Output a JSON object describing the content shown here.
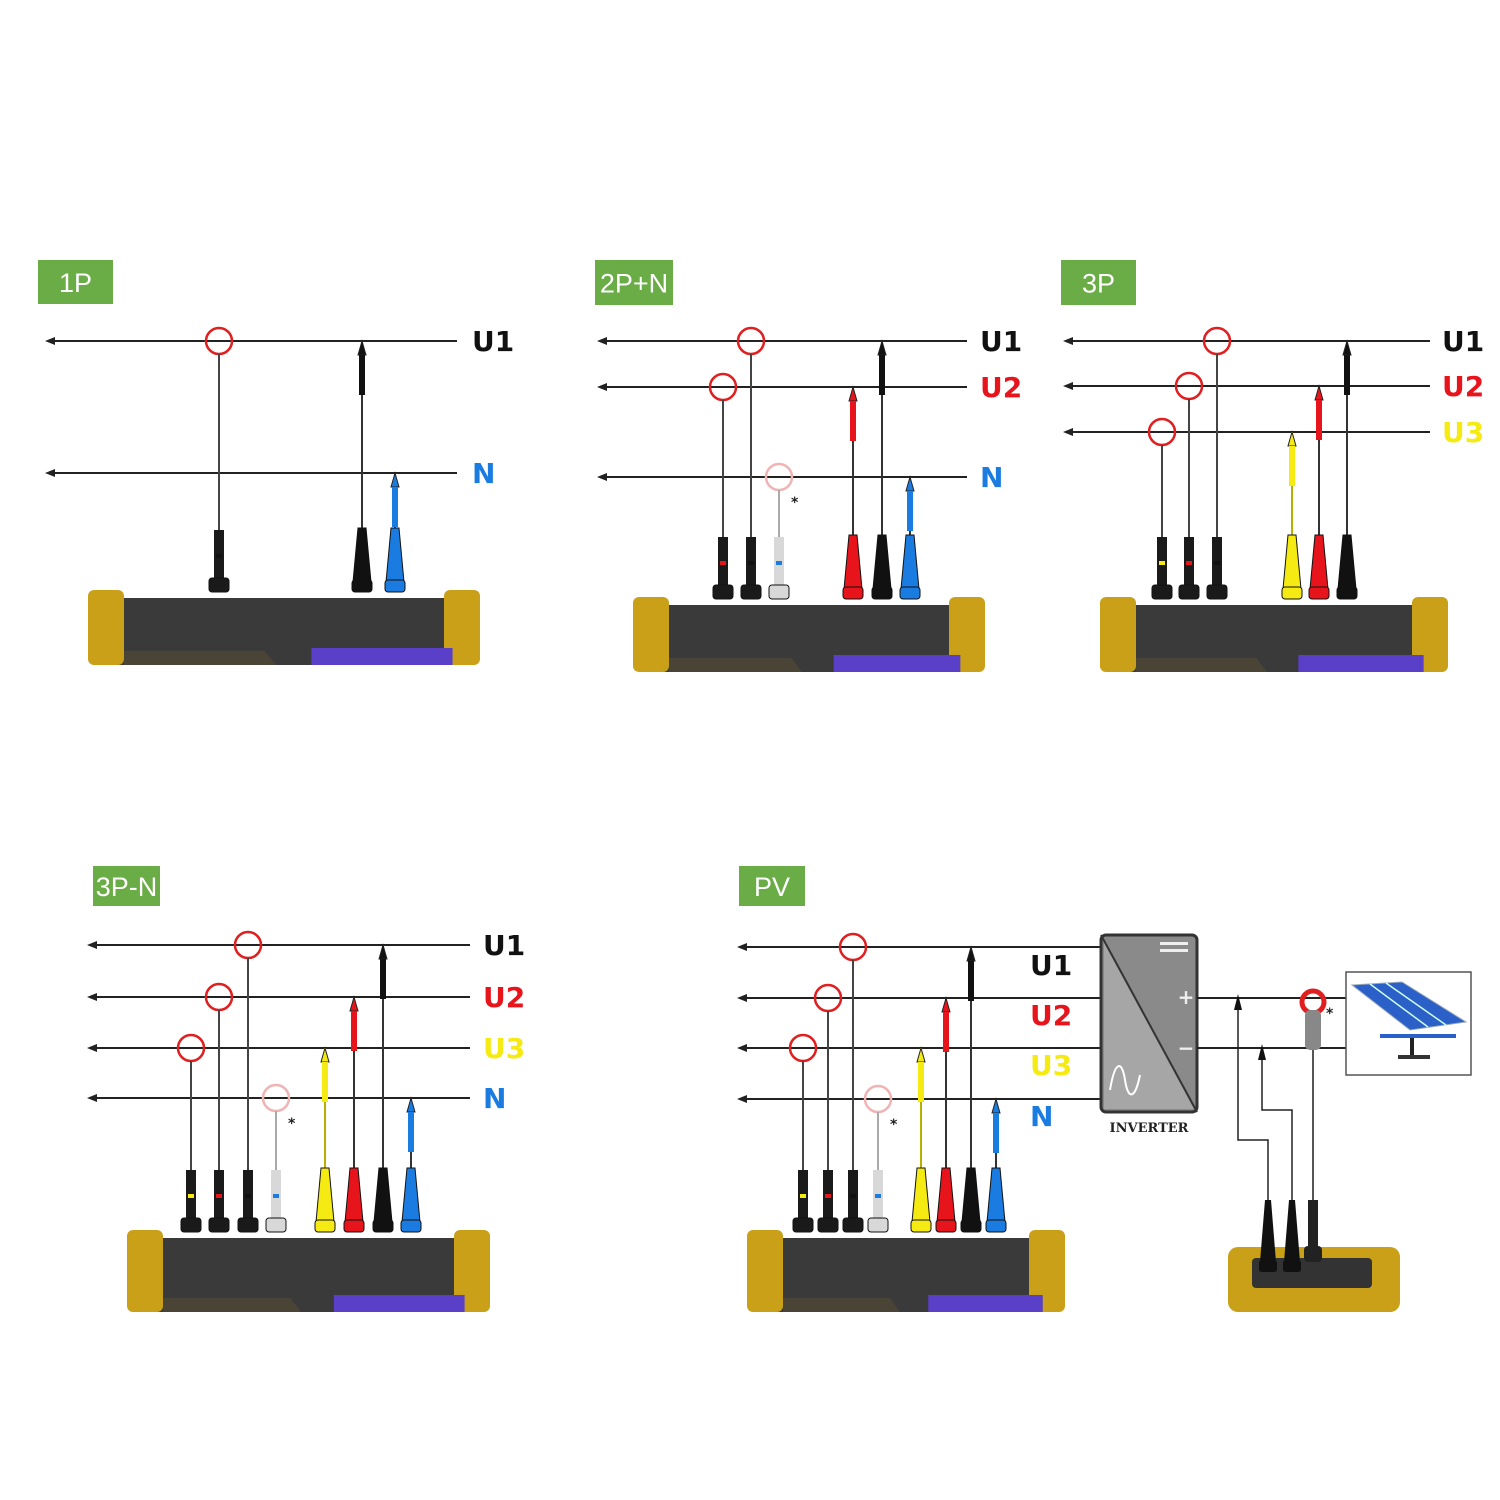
{
  "colors": {
    "tag_bg": "#6aac46",
    "U1": "#111111",
    "U2": "#e8141c",
    "U3": "#f5ea12",
    "N": "#1a7be0",
    "clamp": "#e02020",
    "clamp_neutral": "#f0b4b4",
    "device_body": "#3a3a3a",
    "device_bumper": "#c9a018",
    "screen": "#5a3fc8"
  },
  "panels": [
    {
      "id": "1P",
      "title": "1P",
      "lines": [
        {
          "label": "U1",
          "phase": "U1"
        },
        {
          "label": "N",
          "phase": "N"
        }
      ]
    },
    {
      "id": "2PN",
      "title": "2P+N",
      "lines": [
        {
          "label": "U1",
          "phase": "U1"
        },
        {
          "label": "U2",
          "phase": "U2"
        },
        {
          "label": "N",
          "phase": "N"
        }
      ]
    },
    {
      "id": "3P",
      "title": "3P",
      "lines": [
        {
          "label": "U1",
          "phase": "U1"
        },
        {
          "label": "U2",
          "phase": "U2"
        },
        {
          "label": "U3",
          "phase": "U3"
        }
      ]
    },
    {
      "id": "3PN",
      "title": "3P-N",
      "lines": [
        {
          "label": "U1",
          "phase": "U1"
        },
        {
          "label": "U2",
          "phase": "U2"
        },
        {
          "label": "U3",
          "phase": "U3"
        },
        {
          "label": "N",
          "phase": "N"
        }
      ]
    },
    {
      "id": "PV",
      "title": "PV",
      "lines": [
        {
          "label": "U1",
          "phase": "U1"
        },
        {
          "label": "U2",
          "phase": "U2"
        },
        {
          "label": "U3",
          "phase": "U3"
        },
        {
          "label": "N",
          "phase": "N"
        }
      ]
    }
  ],
  "inverter": {
    "label": "INVERTER",
    "plus": "+",
    "minus": "−",
    "dc_symbol": "⎓"
  },
  "clamp_marker": "*"
}
